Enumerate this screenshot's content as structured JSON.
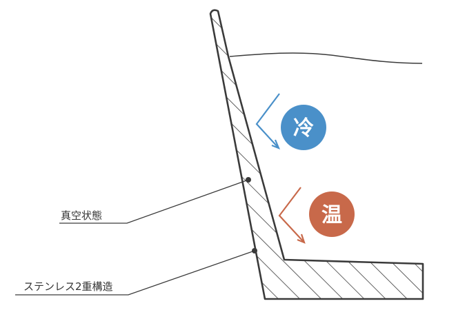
{
  "labels": {
    "vacuum": "真空状態",
    "stainless": "ステンレス2重構造"
  },
  "badges": {
    "cold": "冷",
    "warm": "温"
  },
  "colors": {
    "wall_stroke": "#3a3a3a",
    "hatch": "#3a3a3a",
    "liquid_line": "#3a3a3a",
    "leader_line": "#3a3a3a",
    "cold": "#4a90c9",
    "warm": "#c8694a",
    "badge_text": "#ffffff",
    "label_text": "#333333"
  },
  "icons": {
    "cold_arrow": "arrow-down-right",
    "warm_arrow": "arrow-down-right"
  }
}
